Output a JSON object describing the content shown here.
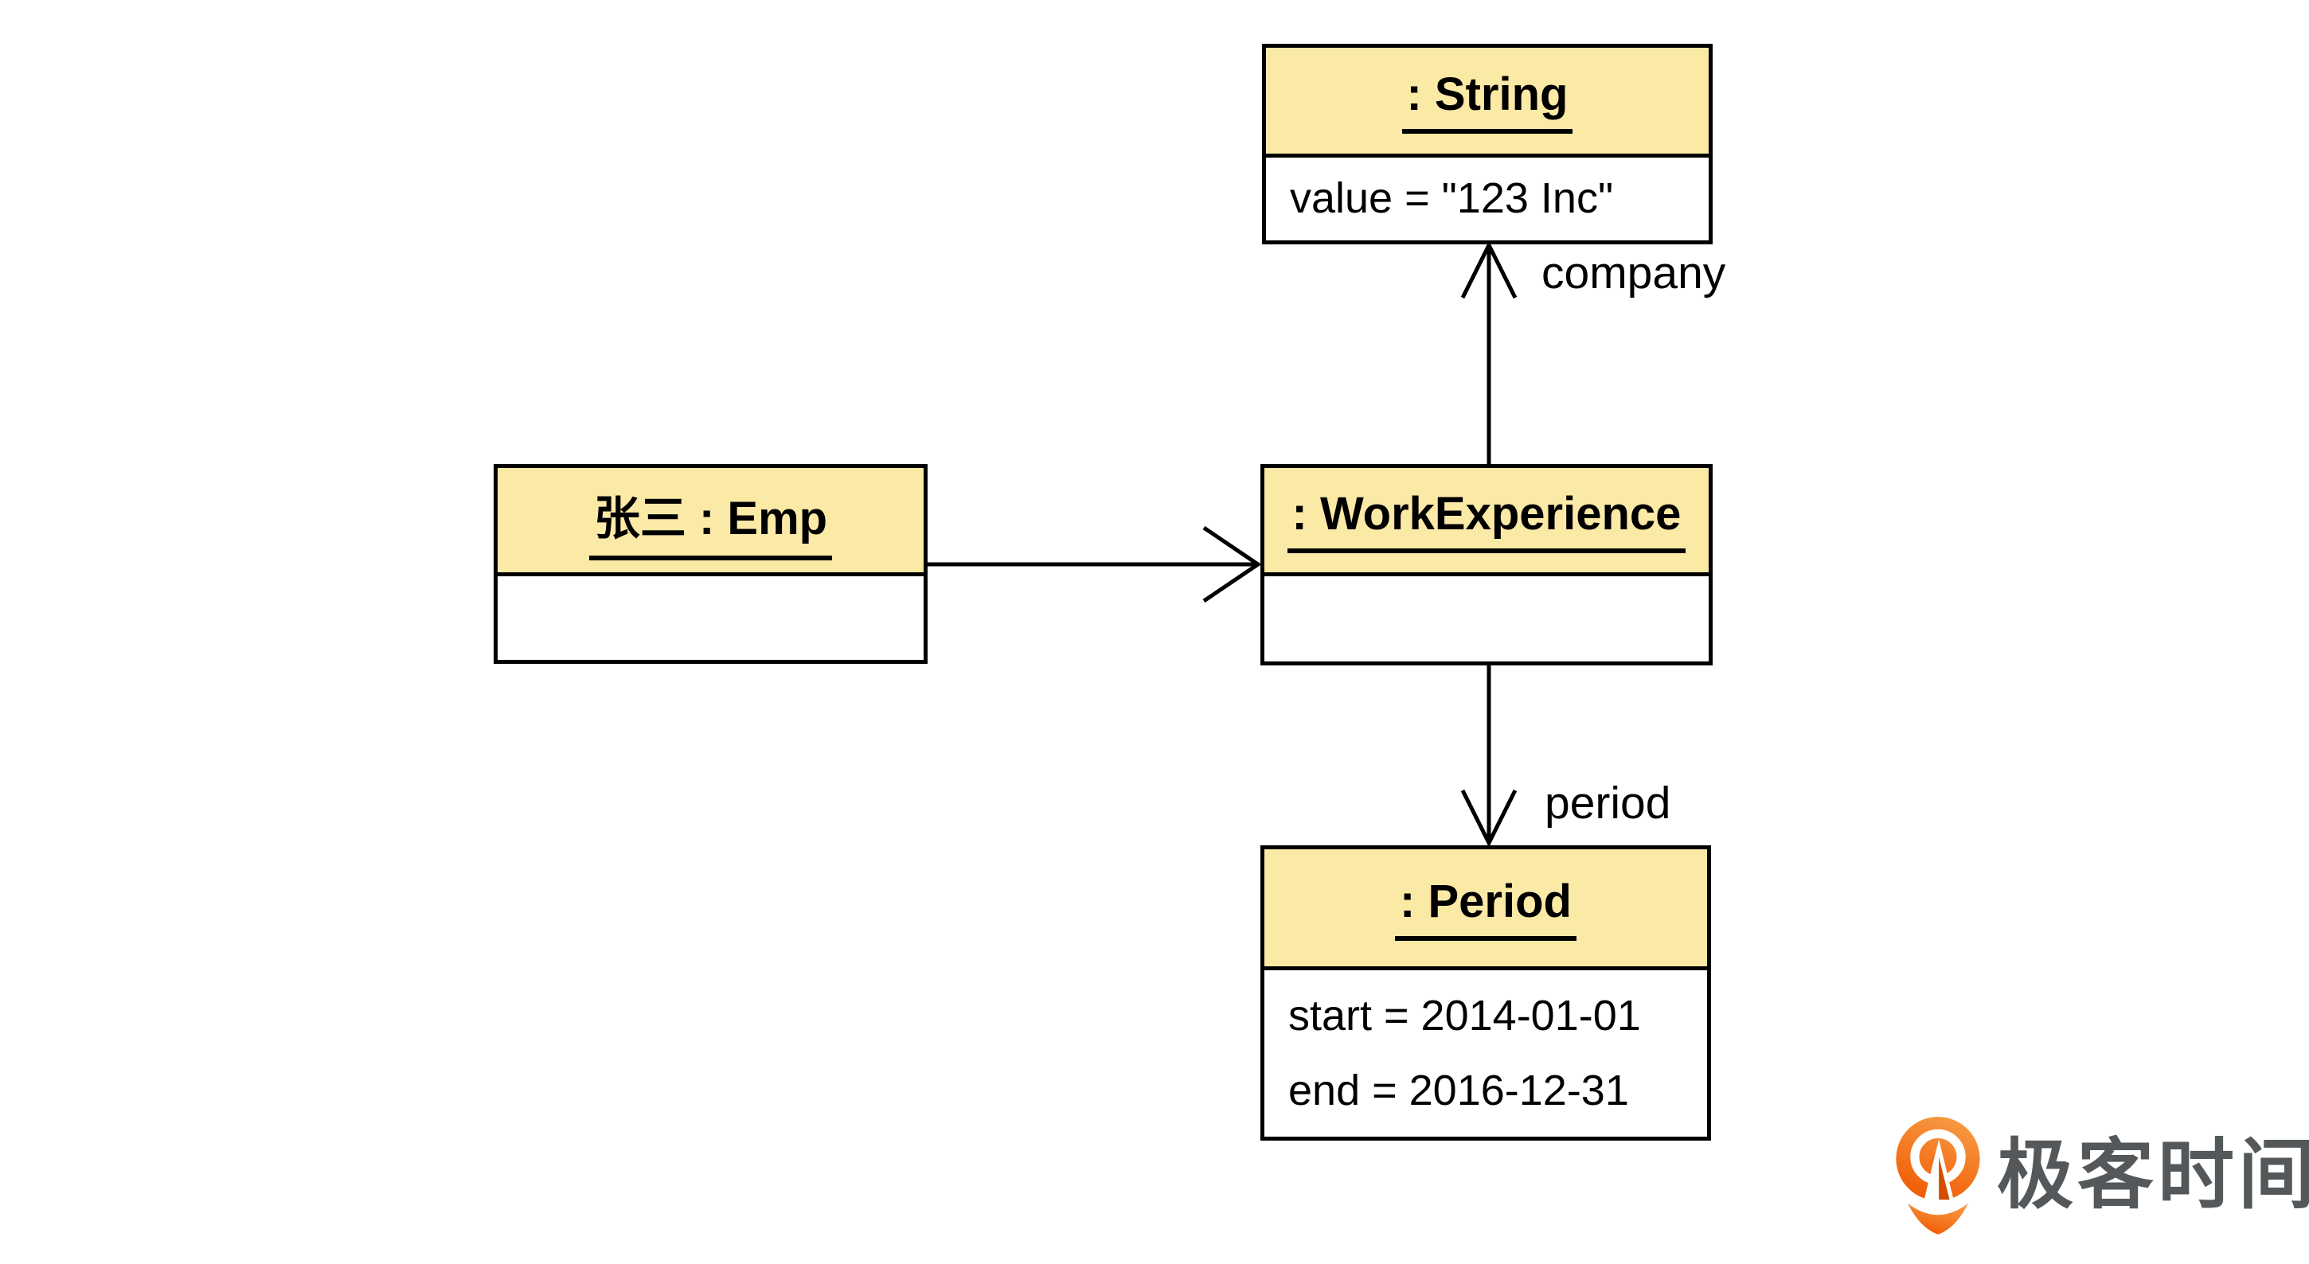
{
  "diagram": {
    "type": "uml-object-diagram",
    "background_color": "#FFFFFF",
    "object_fill_color": "#FBE9A6",
    "border_color": "#000000",
    "objects": [
      {
        "id": "string",
        "title": ": String",
        "attributes": [
          "value = \"123 Inc\""
        ]
      },
      {
        "id": "emp",
        "title": "张三 : Emp",
        "attributes": []
      },
      {
        "id": "workexperience",
        "title": ": WorkExperience",
        "attributes": []
      },
      {
        "id": "period",
        "title": ": Period",
        "attributes": [
          "start = 2014-01-01",
          "end = 2016-12-31"
        ]
      }
    ],
    "links": [
      {
        "from": "emp",
        "to": "workexperience",
        "label": ""
      },
      {
        "from": "workexperience",
        "to": "string",
        "label": "company"
      },
      {
        "from": "workexperience",
        "to": "period",
        "label": "period"
      }
    ]
  },
  "branding": {
    "logo_text": "极客时间",
    "logo_icon": "geektime-pin-arrow-icon",
    "logo_text_color": "#54585A",
    "logo_icon_color_top": "#F89B44",
    "logo_icon_color_bottom": "#F05A02"
  }
}
